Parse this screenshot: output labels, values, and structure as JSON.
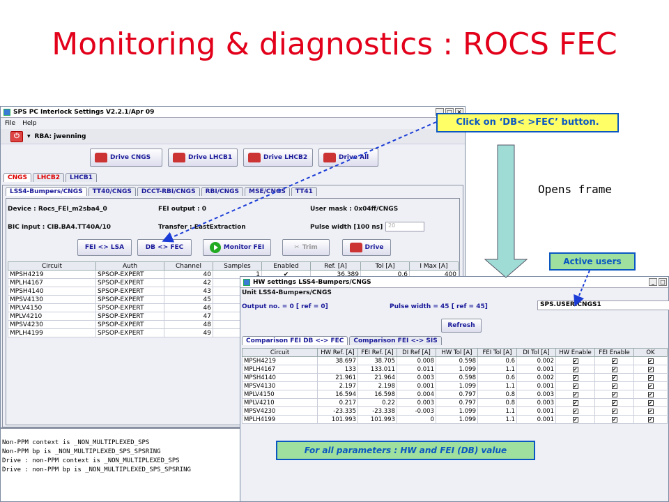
{
  "slide_title": "Monitoring & diagnostics : ROCS FEC",
  "window1": {
    "title": "SPS PC Interlock Settings V2.2.1/Apr  09",
    "menu": [
      "File",
      "Help"
    ],
    "rba": "RBA: jwenning",
    "drive_buttons": [
      "Drive CNGS",
      "Drive LHCB1",
      "Drive LHCB2",
      "Drive All"
    ],
    "main_tabs": [
      "CNGS",
      "LHCB2",
      "LHCB1"
    ],
    "sub_tabs": [
      "LSS4-Bumpers/CNGS",
      "TT40/CNGS",
      "DCCT-RBI/CNGS",
      "RBI/CNGS",
      "MSE/CNGS",
      "TT41"
    ],
    "device": "Device : Rocs_FEI_m2sba4_0",
    "fei_output": "FEI output : 0",
    "user_mask": "User mask : 0x04ff/CNGS",
    "bic_input": "BIC input : CIB.BA4.TT40A/10",
    "transfer": "Transfer : EastExtraction",
    "pulse_width_label": "Pulse width [100 ns] :",
    "pulse_width_value": "20",
    "actions": [
      "FEI <> LSA",
      "DB <> FEC",
      "Monitor FEI",
      "Trim",
      "Drive"
    ],
    "table_headers": [
      "Circuit",
      "Auth",
      "Channel",
      "Samples",
      "Enabled",
      "Ref. [A]",
      "Tol [A]",
      "I Max [A]"
    ],
    "table_rows": [
      [
        "MPSH4219",
        "SPSOP-EXPERT",
        "40",
        "1",
        "✔",
        "36.389",
        "0.6",
        "400"
      ],
      [
        "MPLH4167",
        "SPSOP-EXPERT",
        "42",
        "",
        "",
        "",
        "",
        ""
      ],
      [
        "MPSH4140",
        "SPSOP-EXPERT",
        "43",
        "",
        "",
        "",
        "",
        ""
      ],
      [
        "MPSV4130",
        "SPSOP-EXPERT",
        "45",
        "",
        "",
        "",
        "",
        ""
      ],
      [
        "MPLV4150",
        "SPSOP-EXPERT",
        "46",
        "",
        "",
        "",
        "",
        ""
      ],
      [
        "MPLV4210",
        "SPSOP-EXPERT",
        "47",
        "",
        "",
        "",
        "",
        ""
      ],
      [
        "MPSV4230",
        "SPSOP-EXPERT",
        "48",
        "",
        "",
        "",
        "",
        ""
      ],
      [
        "MPLH4199",
        "SPSOP-EXPERT",
        "49",
        "",
        "",
        "",
        "",
        ""
      ]
    ],
    "log_lines": [
      "Non-PPM context is _NON_MULTIPLEXED_SPS",
      "Non-PPM bp is _NON_MULTIPLEXED_SPS_SPSRING",
      "Drive : non-PPM context is _NON_MULTIPLEXED_SPS",
      "Drive : non-PPM bp is _NON_MULTIPLEXED_SPS_SPSRING"
    ]
  },
  "window2": {
    "title": "HW settings LSS4-Bumpers/CNGS",
    "unit": "Unit  LSS4-Bumpers/CNGS",
    "output_no": "Output no.  =  0  [ ref =  0]",
    "pulse_width": "Pulse width  =  45  [ ref =  45]",
    "users": "SPS.USER.CNGS1",
    "refresh": "Refresh",
    "tabs": [
      "Comparison FEI DB <-> FEC",
      "Comparison FEI <-> SIS"
    ],
    "headers": [
      "Circuit",
      "HW Ref. [A]",
      "FEI Ref. [A]",
      "DI Ref [A]",
      "HW Tol [A]",
      "FEI Tol [A]",
      "DI Tol [A]",
      "HW Enable",
      "FEI Enable",
      "OK"
    ],
    "rows": [
      [
        "MPSH4219",
        "38.697",
        "38.705",
        "0.008",
        "0.598",
        "0.6",
        "0.002"
      ],
      [
        "MPLH4167",
        "133",
        "133.011",
        "0.011",
        "1.099",
        "1.1",
        "0.001"
      ],
      [
        "MPSH4140",
        "21.961",
        "21.964",
        "0.003",
        "0.598",
        "0.6",
        "0.002"
      ],
      [
        "MPSV4130",
        "2.197",
        "2.198",
        "0.001",
        "1.099",
        "1.1",
        "0.001"
      ],
      [
        "MPLV4150",
        "16.594",
        "16.598",
        "0.004",
        "0.797",
        "0.8",
        "0.003"
      ],
      [
        "MPLV4210",
        "0.217",
        "0.22",
        "0.003",
        "0.797",
        "0.8",
        "0.003"
      ],
      [
        "MPSV4230",
        "-23.335",
        "-23.338",
        "-0.003",
        "1.099",
        "1.1",
        "0.001"
      ],
      [
        "MPLH4199",
        "101.993",
        "101.993",
        "0",
        "1.099",
        "1.1",
        "0.001"
      ]
    ]
  },
  "annotations": {
    "click_callout": "Click on ‘DB< >FEC’ button.",
    "opens_frame": "Opens frame",
    "active_users": "Active users",
    "all_params": "For all parameters : HW and FEI (DB) value"
  },
  "colors": {
    "title_red": "#e2001a",
    "callout_blue": "#0a57c2",
    "callout_yellow": "#ffff66",
    "callout_green": "#9fe09f"
  }
}
